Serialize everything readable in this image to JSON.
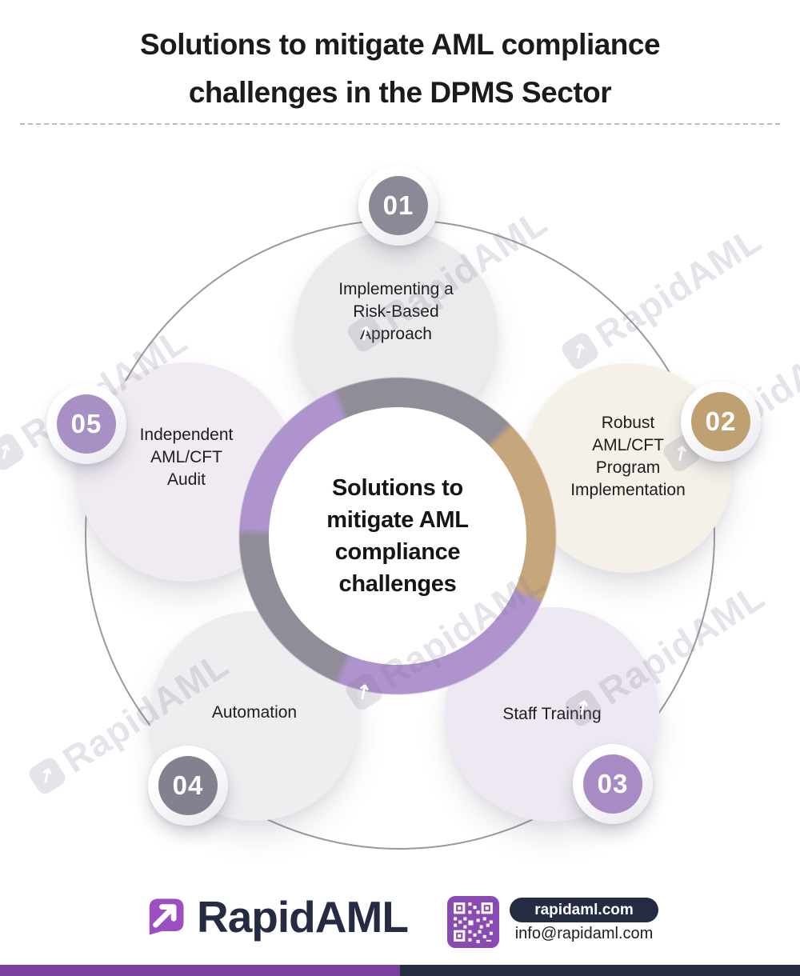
{
  "title": {
    "line1": "Solutions to mitigate AML compliance",
    "line2": "challenges in the DPMS Sector"
  },
  "center_circle": {
    "label": "Solutions to mitigate AML compliance challenges",
    "lines": [
      "Solutions to",
      "mitigate AML",
      "compliance",
      "challenges"
    ]
  },
  "nodes": [
    {
      "number": "01",
      "label": "Implementing a Risk-Based Approach",
      "lines": [
        "Implementing a",
        "Risk-Based",
        "Approach"
      ],
      "badge_color": "#8c8896",
      "circle_color": "#ebebed",
      "arc_color": "#908c98"
    },
    {
      "number": "02",
      "label": "Robust AML/CFT Program Implementation",
      "lines": [
        "Robust",
        "AML/CFT",
        "Program",
        "Implementation"
      ],
      "badge_color": "#bfa171",
      "circle_color": "#f5f0e8",
      "arc_color": "#c6a77b"
    },
    {
      "number": "03",
      "label": "Staff Training",
      "lines": [
        "Staff Training"
      ],
      "badge_color": "#a88bc5",
      "circle_color": "#ede8f1",
      "arc_color": "#ae93cd"
    },
    {
      "number": "04",
      "label": "Automation",
      "lines": [
        "Automation"
      ],
      "badge_color": "#838090",
      "circle_color": "#edeef0",
      "arc_color": "#908c98"
    },
    {
      "number": "05",
      "label": "Independent AML/CFT Audit",
      "lines": [
        "Independent",
        "AML/CFT",
        "Audit"
      ],
      "badge_color": "#a890c5",
      "circle_color": "#f0ebf2",
      "arc_color": "#ae93cd"
    }
  ],
  "watermark": {
    "text": "RapidAML"
  },
  "footer": {
    "brand": "RapidAML",
    "website": "rapidaml.com",
    "email": "info@rapidaml.com"
  },
  "colors": {
    "title_text": "#1b1b1d",
    "outer_circle_line": "#78787d",
    "ring_gray": "#908c98",
    "ring_tan": "#c6a77b",
    "ring_purple": "#ae93cd",
    "footer_navy": "#262b44",
    "logo_purple": "#9b4fc0",
    "qr_purple": "#8a4ab3",
    "bottom_bar_purple": "#7b3f9d",
    "bottom_bar_navy": "#262b44"
  }
}
